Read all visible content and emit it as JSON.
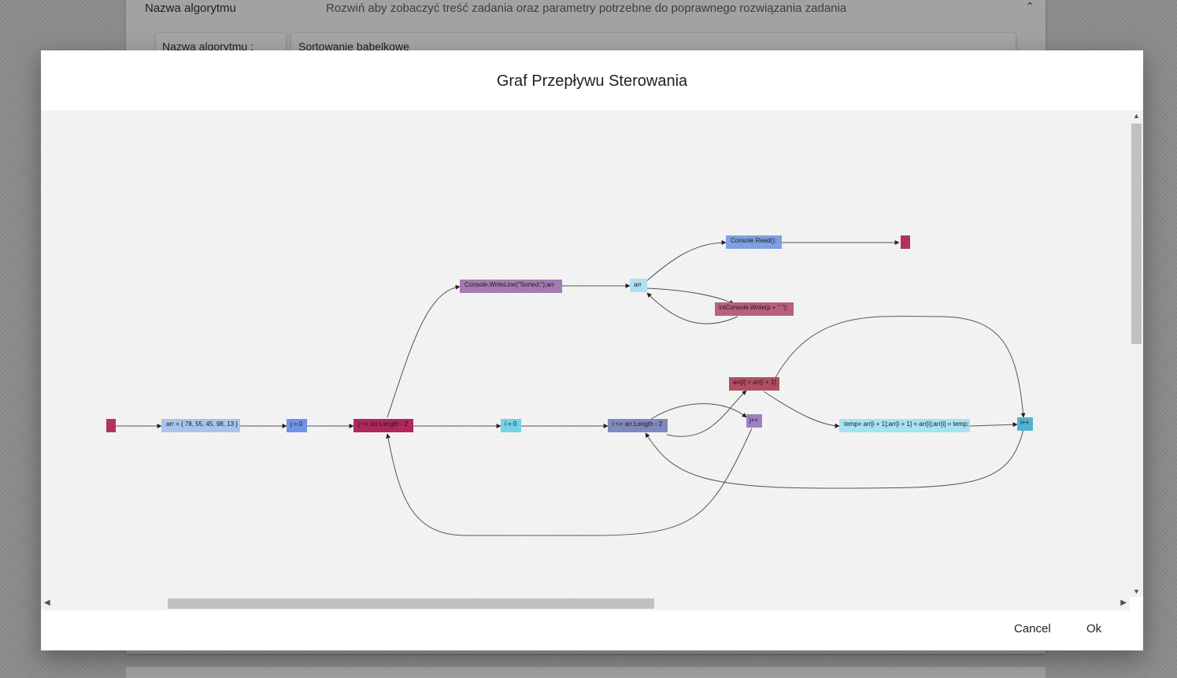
{
  "background": {
    "section_title": "Nazwa algorytmu",
    "section_description": "Rozwiń aby zobaczyć treść zadania oraz parametry potrzebne do poprawnego rozwiązania zadania",
    "chevron_icon": "chevron-up-icon",
    "field_label": "Nazwa algorytmu :",
    "field_value": "Sortowanie babelkowe"
  },
  "modal": {
    "title": "Graf Przepływu Sterowania",
    "cancel_label": "Cancel",
    "ok_label": "Ok"
  },
  "graph": {
    "nodes": [
      {
        "id": "start",
        "label": "",
        "color": "#b5325c"
      },
      {
        "id": "arr_init",
        "label": "arr = { 78, 55, 45, 98, 13 }",
        "color": "#a9c4ec"
      },
      {
        "id": "j0",
        "label": "j = 0",
        "color": "#6f94e6"
      },
      {
        "id": "jcond",
        "label": "j <= arr.Length - 2",
        "color": "#b0285a"
      },
      {
        "id": "i0",
        "label": "i = 0",
        "color": "#74d1ea"
      },
      {
        "id": "icond",
        "label": "i <= arr.Length - 2",
        "color": "#8088c0"
      },
      {
        "id": "cmp",
        "label": "arr[i] > arr[i + 1]",
        "color": "#b04f60"
      },
      {
        "id": "jinc",
        "label": "j++",
        "color": "#a27fc0"
      },
      {
        "id": "swap",
        "label": "temp= arr[i + 1];arr[i + 1] = arr[i];arr[i] = temp;",
        "color": "#a6e2f3"
      },
      {
        "id": "iinc",
        "label": "i++",
        "color": "#4fb3d1"
      },
      {
        "id": "writeline",
        "label": "Console.WriteLine(\"Sorted:\");arr",
        "color": "#a37bb0"
      },
      {
        "id": "arrloop",
        "label": "arr",
        "color": "#aee0f2"
      },
      {
        "id": "write",
        "label": "intConsole.Write(p + \" \");",
        "color": "#b8617e"
      },
      {
        "id": "read",
        "label": "Console.Read();",
        "color": "#7fa0e0"
      },
      {
        "id": "end",
        "label": "",
        "color": "#b5325c"
      }
    ]
  }
}
